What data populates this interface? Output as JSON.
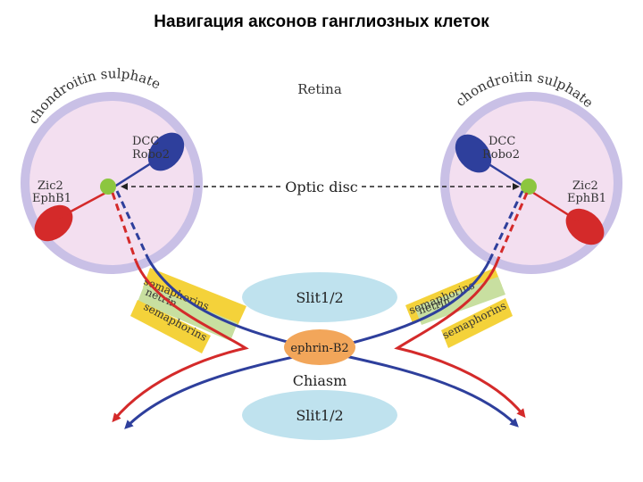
{
  "title": "Навигация аксонов ганглиозных клеток",
  "labels": {
    "retina": "Retina",
    "optic_disc": "Optic disc",
    "chiasm": "Chiasm",
    "slit_top": "Slit1/2",
    "slit_bottom": "Slit1/2",
    "ephrin": "ephrin-B2",
    "chondroitin": "chondroitin sulphate",
    "dcc": "DCC",
    "robo2": "Robo2",
    "zic2": "Zic2",
    "ephb1": "EphB1",
    "semaphorins": "semaphorins",
    "netrin": "netrin"
  },
  "colors": {
    "eye_fill": "#f3dff0",
    "eye_rim": "#c9c0e6",
    "red_axon": "#d42a2a",
    "blue_axon": "#2e3f9c",
    "slit_fill": "#bfe2ee",
    "ephrin_fill": "#f2a65a",
    "yellow_band": "#f4d23a",
    "green_band": "#c8dfa0",
    "disc_green": "#8cc63f"
  }
}
